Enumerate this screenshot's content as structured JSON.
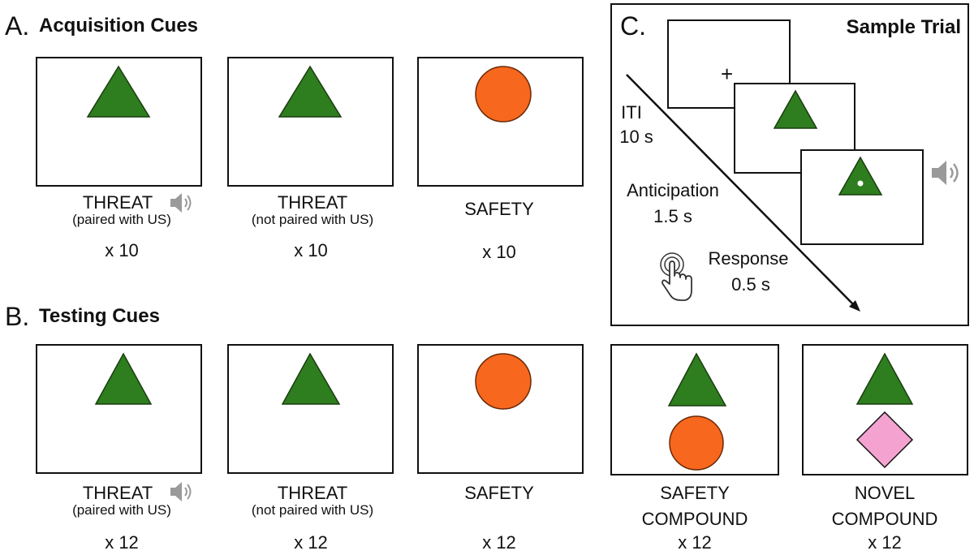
{
  "sections": {
    "acquisition": {
      "letter": "A.",
      "title": "Acquisition Cues"
    },
    "testing": {
      "letter": "B.",
      "title": "Testing Cues"
    },
    "trial": {
      "letter": "C.",
      "title": "Sample Trial"
    }
  },
  "acquisition_cues": [
    {
      "label": "THREAT",
      "sublabel": "(paired with US)",
      "count": "x 10",
      "shape": "triangle",
      "sound": true
    },
    {
      "label": "THREAT",
      "sublabel": "(not paired with US)",
      "count": "x 10",
      "shape": "triangle",
      "sound": false
    },
    {
      "label": "SAFETY",
      "sublabel": "",
      "count": "x 10",
      "shape": "circle",
      "sound": false
    }
  ],
  "testing_cues": [
    {
      "label": "THREAT",
      "sublabel": "(paired with US)",
      "count": "x 12",
      "shape": "triangle",
      "sound": true
    },
    {
      "label": "THREAT",
      "sublabel": "(not paired with US)",
      "count": "x 12",
      "shape": "triangle",
      "sound": false
    },
    {
      "label": "SAFETY",
      "sublabel": "",
      "count": "x 12",
      "shape": "circle",
      "sound": false
    },
    {
      "label": "SAFETY",
      "label2": "COMPOUND",
      "count": "x 12",
      "shape": "triangle+circle"
    },
    {
      "label": "NOVEL",
      "label2": "COMPOUND",
      "count": "x 12",
      "shape": "triangle+diamond"
    }
  ],
  "trial": {
    "fixation": "+",
    "iti_label": "ITI",
    "iti_time": "10 s",
    "anticipation_label": "Anticipation",
    "anticipation_time": "1.5 s",
    "response_label": "Response",
    "response_time": "0.5 s"
  },
  "colors": {
    "triangle": "#2e7d1e",
    "circle": "#f7671d",
    "diamond": "#f4a3d0",
    "sound_icon": "#9a9a9a"
  },
  "icons": [
    "speaker-icon",
    "touch-hand-icon",
    "arrow-icon"
  ]
}
